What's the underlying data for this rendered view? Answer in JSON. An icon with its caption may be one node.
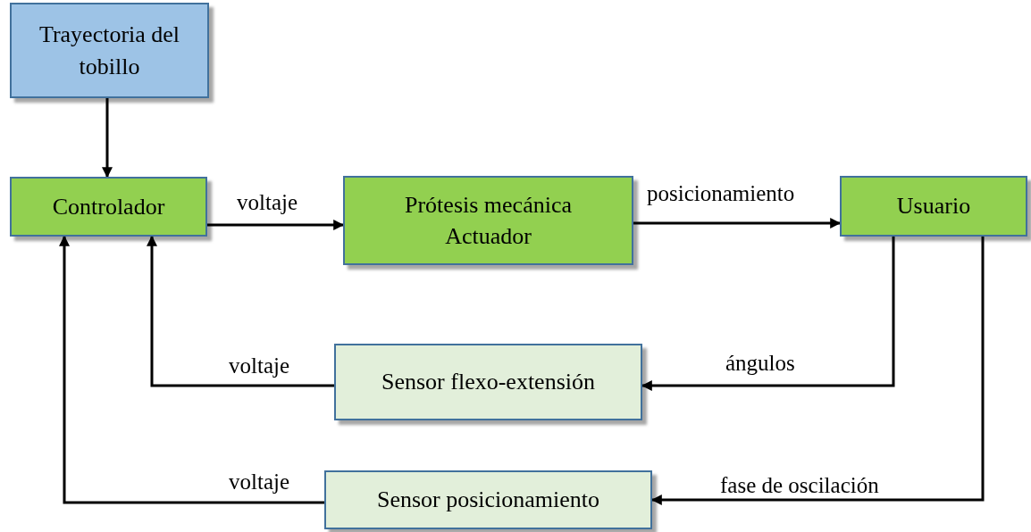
{
  "diagram": {
    "nodes": [
      {
        "text": [
          "Trayectoria del tobillo"
        ]
      },
      {
        "text": [
          "Controlador"
        ]
      },
      {
        "text": [
          "Prótesis mecánica Actuador"
        ]
      },
      {
        "text": [
          "Usuario"
        ]
      },
      {
        "text": [
          "Sensor flexo-extensión"
        ]
      },
      {
        "text": [
          "Sensor posicionamiento"
        ]
      }
    ],
    "edges": [
      {
        "from": 0,
        "to": 1,
        "arrow": "to"
      },
      {
        "from": 1,
        "to": 2,
        "arrow": "to",
        "label": "voltaje"
      },
      {
        "from": 2,
        "to": 3,
        "arrow": "to",
        "label": "posicionamiento"
      },
      {
        "from": 3,
        "to": 4,
        "arrow": "to",
        "label": "ángulos"
      },
      {
        "from": 4,
        "to": 1,
        "arrow": "to",
        "label": "voltaje"
      },
      {
        "from": 3,
        "to": 5,
        "arrow": "to",
        "label": "fase de oscilación"
      },
      {
        "from": 5,
        "to": 1,
        "arrow": "to",
        "label": "voltaje"
      }
    ]
  }
}
